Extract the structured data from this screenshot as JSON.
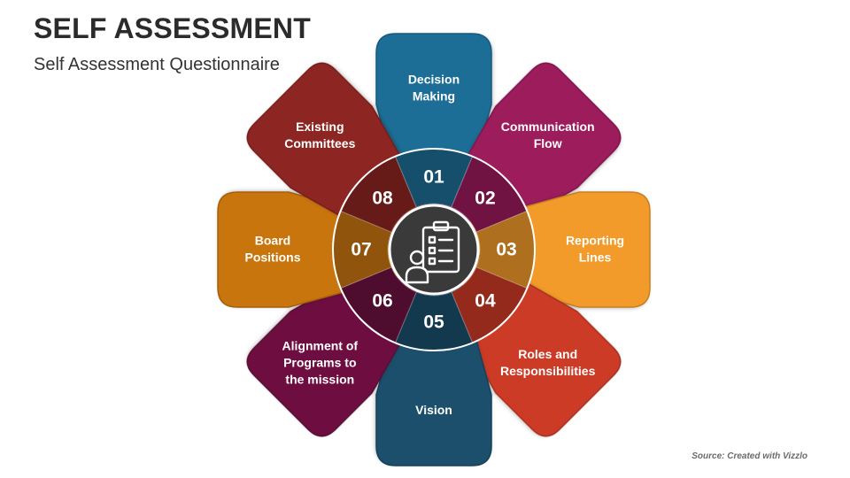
{
  "title": "SELF ASSESSMENT",
  "subtitle": "Self Assessment Questionnaire",
  "source": "Source: Created with Vizzlo",
  "center_icon": "clipboard-checklist-person-icon",
  "petals": [
    {
      "number": "01",
      "label": [
        "Decision",
        "Making"
      ],
      "color": "#1f6e96"
    },
    {
      "number": "02",
      "label": [
        "Communication",
        "Flow"
      ],
      "color": "#9c1a5c"
    },
    {
      "number": "03",
      "label": [
        "Reporting",
        "Lines"
      ],
      "color": "#f29b2a"
    },
    {
      "number": "04",
      "label": [
        "Roles and",
        "Responsibilities"
      ],
      "color": "#cc3b27"
    },
    {
      "number": "05",
      "label": [
        "Vision"
      ],
      "color": "#1b4f6c"
    },
    {
      "number": "06",
      "label": [
        "Alignment of",
        "Programs to",
        "the mission"
      ],
      "color": "#6d1040"
    },
    {
      "number": "07",
      "label": [
        "Board",
        "Positions"
      ],
      "color": "#c87410"
    },
    {
      "number": "08",
      "label": [
        "Existing",
        "Committees"
      ],
      "color": "#8d2522"
    }
  ]
}
